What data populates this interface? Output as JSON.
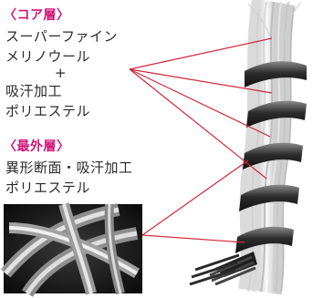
{
  "core": {
    "heading": "〈コア層〉",
    "lines": [
      "スーパーファイン",
      "メリノウール",
      "+",
      "吸汗加工",
      "ポリエステル"
    ]
  },
  "outer": {
    "heading": "〈最外層〉",
    "lines": [
      "異形断面・吸汗加工",
      "ポリエステル"
    ]
  },
  "colors": {
    "heading": "#d01478",
    "leader_line": "#d0283c",
    "text": "#2a2a2a"
  },
  "images": {
    "yarn": "yarn-cross-section-illustration",
    "micro": "outer-fiber-micrograph"
  }
}
